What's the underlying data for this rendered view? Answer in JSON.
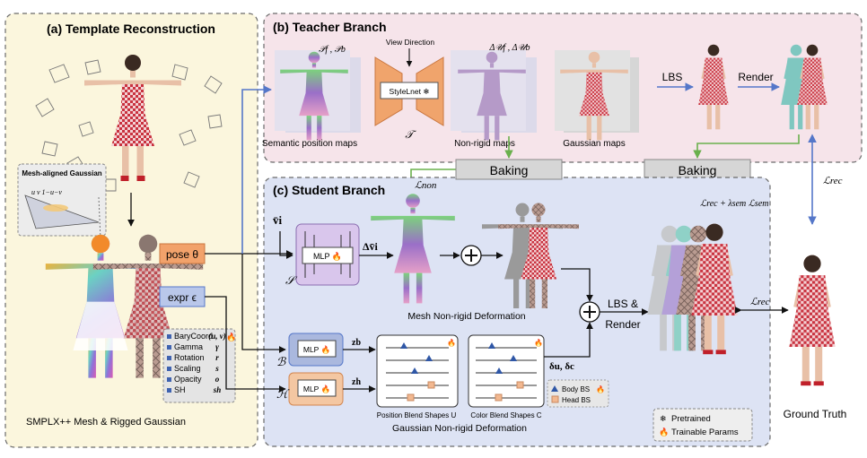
{
  "panel_a": {
    "title": "(a) Template Reconstruction",
    "inset_title": "Mesh-aligned Gaussian",
    "inset_coords": "u   v  1−u−v",
    "caption": "SMPLX++ Mesh  & Rigged Gaussian",
    "attributes": [
      {
        "name": "BaryCoord",
        "symbol": "(u, v)"
      },
      {
        "name": "Gamma",
        "symbol": "γ"
      },
      {
        "name": "Rotation",
        "symbol": "r"
      },
      {
        "name": "Scaling",
        "symbol": "s"
      },
      {
        "name": "Opacity",
        "symbol": "o"
      },
      {
        "name": "SH",
        "symbol": "sh"
      }
    ]
  },
  "panel_b": {
    "title": "(b) Teacher Branch",
    "semantic_symbol": "𝒫f , 𝒫b",
    "semantic_caption": "Semantic position maps",
    "view_direction": "View Direction",
    "stylelnet": "StyleLnet ❄",
    "teacher_symbol": "𝒯",
    "nonrigid_symbol": "Δ𝒰f , Δ𝒰b",
    "nonrigid_caption": "Non-rigid maps",
    "gaussian_caption": "Gaussian maps",
    "lbs": "LBS",
    "render": "Render"
  },
  "baking": {
    "left": "Baking",
    "right": "Baking"
  },
  "losses": {
    "non": "ℒnon",
    "rec_sem": "ℒrec + λsem ℒsem",
    "rec_right": "ℒrec",
    "rec_ground": "ℒrec"
  },
  "panel_c": {
    "title": "(c) Student Branch",
    "vbar": "v̄i",
    "mlp": "MLP 🔥",
    "s_symbol": "𝒮",
    "delta_v": "Δv̄i",
    "mesh_caption": "Mesh Non-rigid Deformation",
    "b_symbol": "ℬ",
    "h_symbol": "ℋ",
    "zb": "zb",
    "zh": "zh",
    "position_bs": "Position Blend Shapes  U",
    "color_bs": "Color Blend Shapes   C",
    "delta_uc": "δu, δc",
    "body_bs": "Body BS",
    "head_bs": "Head BS",
    "gaussian_caption": "Gaussian Non-rigid Deformation",
    "lbs_render": "LBS &",
    "render_word": "Render",
    "pretrained": "Pretrained",
    "trainable": "Trainable Params"
  },
  "pose": "pose θ",
  "expr": "expr ϵ",
  "ground_truth": "Ground Truth",
  "colors": {
    "panel_a_bg": "#fbf6dd",
    "panel_b_bg": "#f6e4ea",
    "panel_c_bg": "#dde3f4",
    "pose_box": "#f2a26b",
    "expr_box": "#b9c7ea",
    "teacher_net": "#f0a46c",
    "green_arrow": "#6ab04c",
    "blue_arrow": "#5577c9",
    "mlp_purple": "#d9c6ec",
    "mlp_blue": "#aab8de",
    "mlp_orange": "#f4c7a2",
    "body_bs": "#2f57a6",
    "head_bs": "#f2b890"
  }
}
